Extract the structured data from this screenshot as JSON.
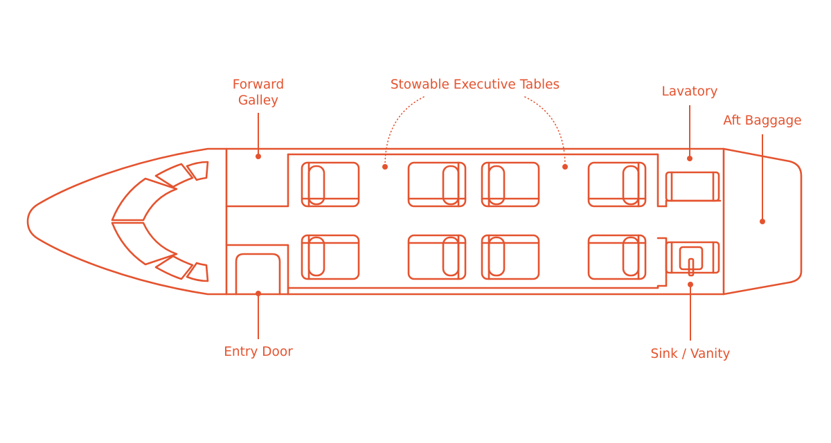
{
  "colors": {
    "line": "#e4532f",
    "background": "#ffffff"
  },
  "labels": {
    "forward_galley_line1": "Forward",
    "forward_galley_line2": "Galley",
    "stowable_tables": "Stowable Executive Tables",
    "lavatory": "Lavatory",
    "aft_baggage": "Aft Baggage",
    "entry_door": "Entry Door",
    "sink_vanity": "Sink / Vanity"
  },
  "cabin": {
    "seat_count": 8,
    "cockpit_seat_count": 2
  }
}
